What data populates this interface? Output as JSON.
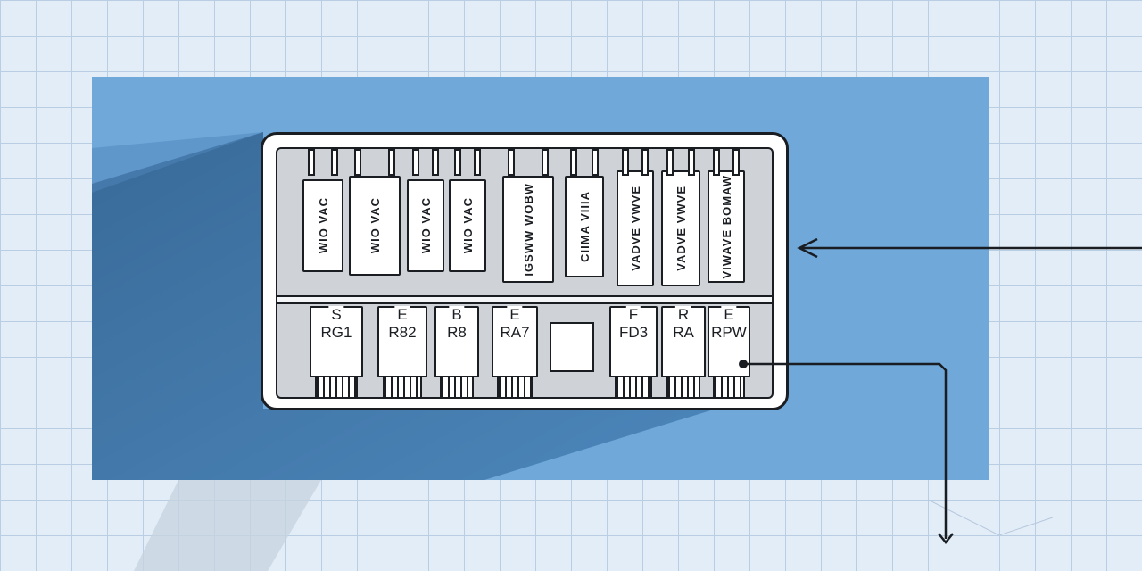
{
  "colors": {
    "background": "#e3edf8",
    "grid": "#b9cde3",
    "panel": "#6fa8d9",
    "outline": "#1a1d22",
    "tray": "#cfd3d8"
  },
  "relays": [
    {
      "text": "WIO VAC"
    },
    {
      "text": "WIO VAC"
    },
    {
      "text": "WIO VAC"
    },
    {
      "text": "WIO VAC"
    },
    {
      "text": "IGSWW WOBW"
    },
    {
      "text": "CIIMA VIIIA"
    },
    {
      "text": "VADVE VWVE"
    },
    {
      "text": "VADVE VWVE"
    },
    {
      "text": "VIWAVE BOMAW"
    }
  ],
  "fuses": [
    {
      "tag": "S",
      "code": "RG1"
    },
    {
      "tag": "E",
      "code": "R82"
    },
    {
      "tag": "B",
      "code": "R8"
    },
    {
      "tag": "E",
      "code": "RA7"
    },
    {
      "tag": "F",
      "code": "FD3"
    },
    {
      "tag": "R",
      "code": "RA"
    },
    {
      "tag": "E",
      "code": "RPW"
    }
  ],
  "icons": {
    "arrow_in": "arrow-left-icon",
    "arrow_out": "arrow-down-icon",
    "connection_dot": "dot-icon"
  }
}
